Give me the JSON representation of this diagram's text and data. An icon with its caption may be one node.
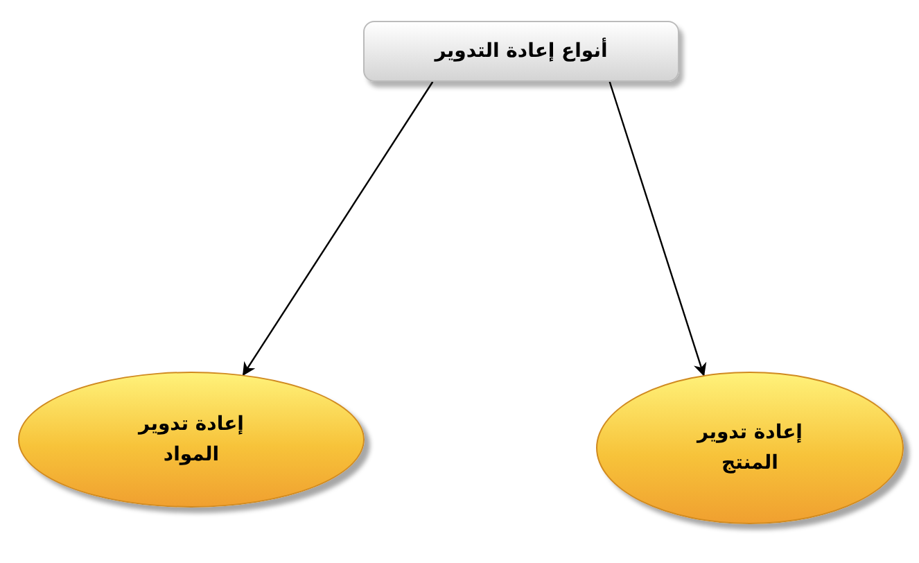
{
  "diagram": {
    "nodes": [
      {
        "text": [
          "أنواع إعادة التدوير"
        ]
      },
      {
        "text": [
          "إعادة تدوير المواد"
        ]
      },
      {
        "text": [
          "إعادة تدوير المنتج"
        ]
      }
    ],
    "edges": [
      {
        "from": 0,
        "to": 1,
        "arrow": "to"
      },
      {
        "from": 0,
        "to": 2,
        "arrow": "to"
      }
    ]
  }
}
